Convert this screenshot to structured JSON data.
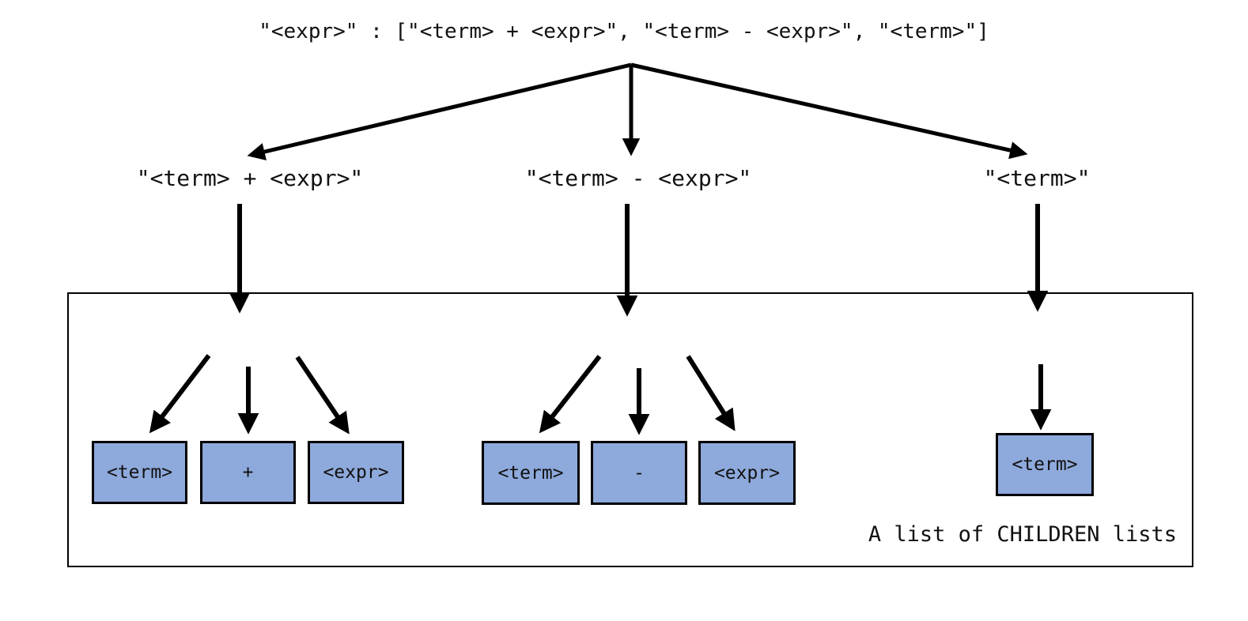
{
  "diagram": {
    "grammar_rule": "\"<expr>\" : [\"<term> + <expr>\", \"<term> - <expr>\", \"<term>\"]",
    "alternatives": [
      {
        "label": "\"<term> + <expr>\"",
        "children": [
          "<term>",
          "+",
          "<expr>"
        ]
      },
      {
        "label": "\"<term> - <expr>\"",
        "children": [
          "<term>",
          "-",
          "<expr>"
        ]
      },
      {
        "label": "\"<term>\"",
        "children": [
          "<term>"
        ]
      }
    ],
    "caption": "A list of CHILDREN lists",
    "colors": {
      "node_fill": "#8EA9DB",
      "node_border": "#000000",
      "arrow": "#000000",
      "background": "#FFFFFF"
    }
  }
}
